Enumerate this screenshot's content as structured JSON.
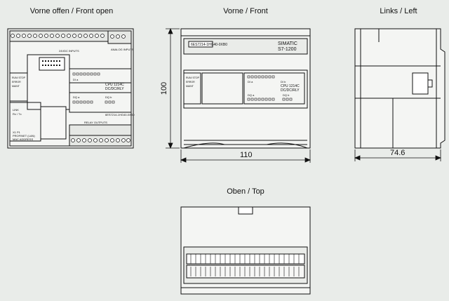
{
  "views": {
    "front_open": "Vorne offen / Front open",
    "front": "Vorne / Front",
    "left": "Links / Left",
    "top": "Oben / Top"
  },
  "dimensions": {
    "height": "100",
    "width": "110",
    "depth": "74.6"
  },
  "device": {
    "brand": "SIMATIC",
    "model": "S7-1200",
    "cpu": "CPU 1214C",
    "variant": "DC/DC/RLY",
    "order_number": "6ES7214-1HG40-0XB0",
    "relay_outputs": "RELAY OUTPUTS",
    "profinet": "PROFINET (LAN)",
    "mac": "MAC ADDRESS",
    "port": "X1 P1",
    "inputs_24vdc": "24VDC INPUTS",
    "inputs_analog": "ANALOG INPUTS",
    "di_a": "DI a",
    "di_b": "DI b",
    "dq_a": "DQ a",
    "dq_b": "DQ b",
    "run_stop": "RUN/ STOP",
    "error": "ERROR",
    "maint": "MAINT",
    "link": "LINK",
    "rxtx": "Rx / Tx"
  }
}
